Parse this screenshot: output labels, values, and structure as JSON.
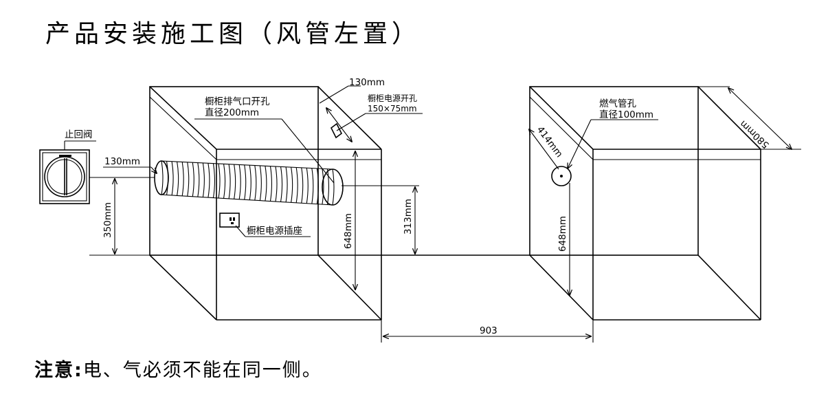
{
  "title": "产品安装施工图（风管左置）",
  "note": {
    "label": "注意:",
    "text": "电、气必须不能在同一侧。"
  },
  "labels": {
    "check_valve": "止回阀",
    "dim_130_top": "130mm",
    "dim_130_left": "130mm",
    "exhaust_hole": "橱柜排气口开孔",
    "exhaust_hole_dia": "直径200mm",
    "power_hole": "橱柜电源开孔",
    "power_hole_size": "150×75mm",
    "power_socket": "橱柜电源插座",
    "dim_350": "350mm",
    "dim_648_left": "648mm",
    "dim_313": "313mm",
    "gas_hole": "燃气管孔",
    "gas_hole_dia": "直径100mm",
    "dim_414": "414mm",
    "dim_580": "580mm",
    "dim_648_right": "648mm",
    "dim_903": "903"
  }
}
